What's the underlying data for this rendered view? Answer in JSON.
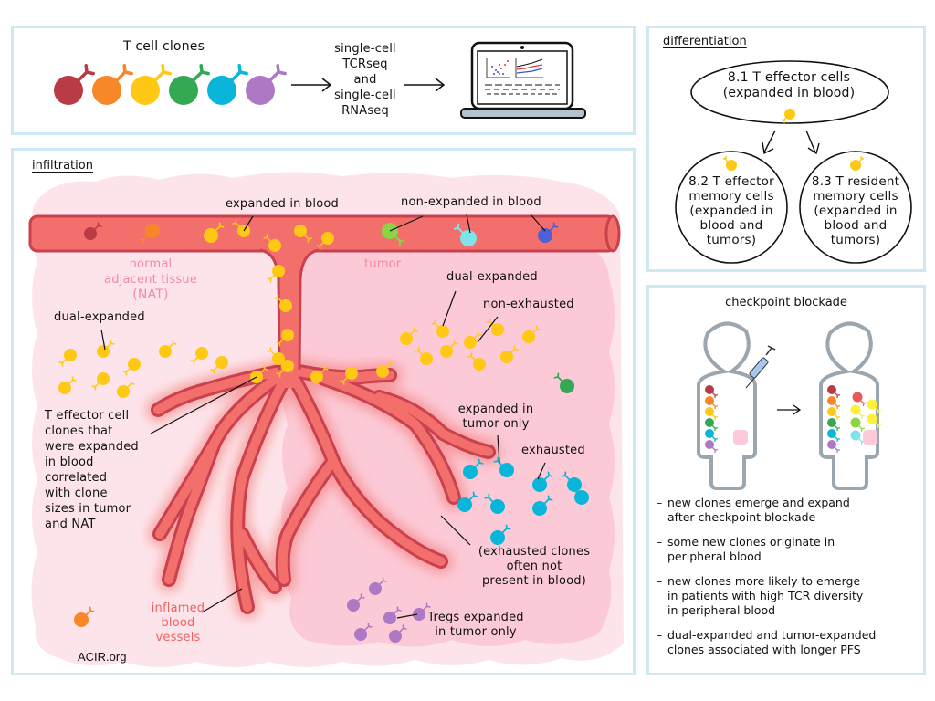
{
  "colors": {
    "panel_border": "#cfe9f3",
    "vessel_fill": "#f36f6b",
    "vessel_stroke": "#c9404f",
    "nat_bg": "#fde4ea",
    "tumor_bg": "#fcc9d6",
    "label_pink": "#f28aa5",
    "label_red": "#f06262",
    "clone_colors": [
      "#b83b46",
      "#f6882a",
      "#fec815",
      "#35a853",
      "#09b6d9",
      "#ae79c4"
    ],
    "green_light": "#8bd444",
    "cyan_light": "#7ee3ea",
    "blue": "#4e5fd8",
    "body_outline": "#9aa7b0",
    "syringe": "#a8c7ee"
  },
  "top_panel": {
    "clones_label": "T cell clones",
    "method_lines": [
      "single-cell",
      "TCRseq",
      "and",
      "single-cell",
      "RNAseq"
    ],
    "laptop_icon": "laptop-with-plots-icon"
  },
  "differentiation": {
    "title": "differentiation",
    "top_node": [
      "8.1 T effector cells",
      "(expanded in blood)"
    ],
    "left_node": [
      "8.2 T effector",
      "memory cells",
      "(expanded in",
      "blood and",
      "tumors)"
    ],
    "right_node": [
      "8.3 T resident",
      "memory cells",
      "(expanded in",
      "blood and",
      "tumors)"
    ]
  },
  "checkpoint": {
    "title": "checkpoint blockade",
    "bullets": [
      [
        "new clones emerge and expand",
        "after checkpoint blockade"
      ],
      [
        "some new clones originate in",
        "peripheral blood"
      ],
      [
        "new clones more likely to emerge",
        "in patients with  high TCR diversity",
        "in peripheral blood"
      ],
      [
        "dual-expanded and tumor-expanded",
        "clones associated with longer PFS"
      ]
    ]
  },
  "infiltration": {
    "title": "infiltration",
    "labels": {
      "expanded_in_blood": "expanded in blood",
      "non_expanded_in_blood": "non-expanded in blood",
      "nat": [
        "normal",
        "adjacent tissue",
        "(NAT)"
      ],
      "tumor": "tumor",
      "dual_expanded_nat": "dual-expanded",
      "dual_expanded_tumor": "dual-expanded",
      "non_exhausted": "non-exhausted",
      "effector_note": [
        "T effector cell",
        "clones that",
        "were expanded",
        "in blood",
        "correlated",
        "with clone",
        "sizes in tumor",
        "and NAT"
      ],
      "expanded_tumor_only": [
        "expanded in",
        "tumor only"
      ],
      "exhausted": "exhausted",
      "exhausted_note": [
        "(exhausted clones",
        "often not",
        "present in blood)"
      ],
      "inflamed": [
        "inflamed",
        "blood",
        "vessels"
      ],
      "tregs": [
        "Tregs expanded",
        "in tumor only"
      ],
      "credit": "ACIR.org"
    }
  }
}
